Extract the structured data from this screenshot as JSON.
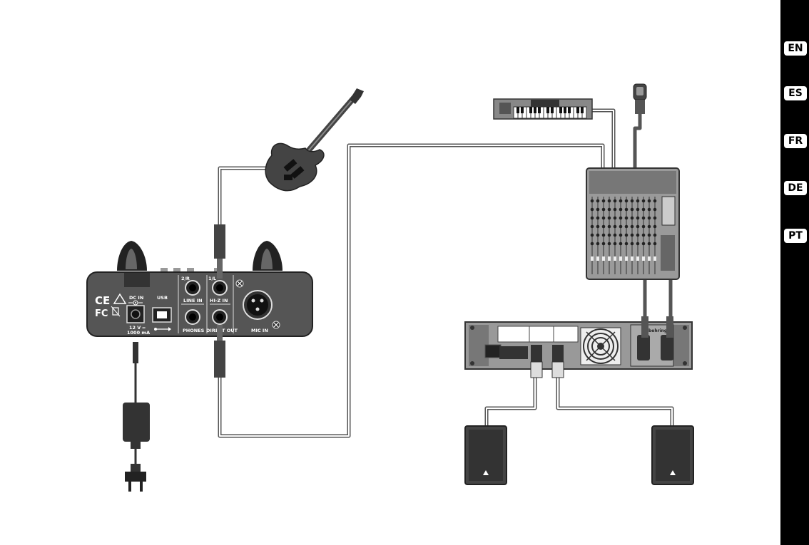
{
  "languages": [
    "EN",
    "ES",
    "FR",
    "DE",
    "PT"
  ],
  "interface": {
    "jacks": {
      "line_in_left": "2/R",
      "line_in": "LINE IN",
      "phones": "PHONES",
      "input_1l": "1/L",
      "hi_z_in": "HI-Z IN",
      "direct_out": "DIRECT OUT",
      "mic_in": "MIC IN"
    },
    "power": {
      "dc_in": "DC IN",
      "rating_voltage": "12 V ═",
      "rating_current": "1000 mA"
    },
    "usb": "USB"
  },
  "amplifier": {
    "brand": "behringer"
  }
}
